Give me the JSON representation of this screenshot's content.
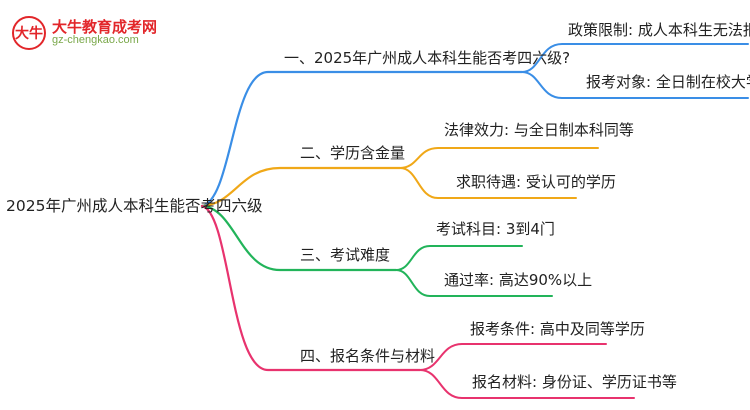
{
  "logo": {
    "mark": "大牛",
    "name": "大牛教育成考网",
    "url": "gz-chengkao.com"
  },
  "root": {
    "label": "2025年广州成人本科生能否考四六级"
  },
  "branches": [
    {
      "label": "一、2025年广州成人本科生能否考四六级?",
      "color": "#3a8ee6",
      "children": [
        "政策限制: 成人本科生无法报考",
        "报考对象: 全日制在校大学生"
      ]
    },
    {
      "label": "二、学历含金量",
      "color": "#f0a818",
      "children": [
        "法律效力: 与全日制本科同等",
        "求职待遇: 受认可的学历"
      ]
    },
    {
      "label": "三、考试难度",
      "color": "#22b45a",
      "children": [
        "考试科目: 3到4门",
        "通过率: 高达90%以上"
      ]
    },
    {
      "label": "四、报名条件与材料",
      "color": "#e8336e",
      "children": [
        "报考条件: 高中及同等学历",
        "报名材料: 身份证、学历证书等"
      ]
    }
  ]
}
